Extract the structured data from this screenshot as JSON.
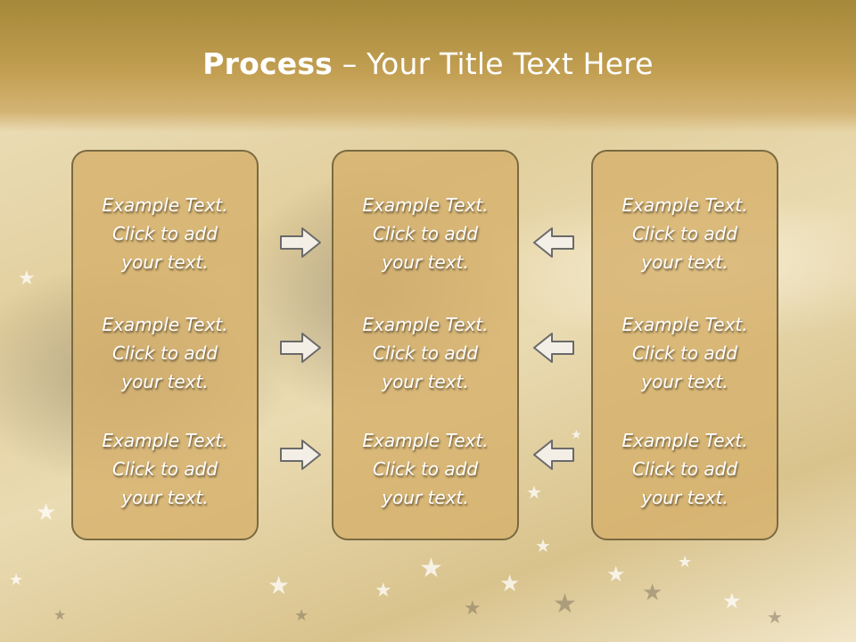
{
  "slide": {
    "title_bold": "Process",
    "title_rest": " – Your Title Text Here"
  },
  "panels": [
    {
      "items": [
        "Example Text.\nClick  to add\nyour text.",
        "Example Text.\nClick  to add\nyour text.",
        "Example Text.\nClick  to add\nyour text."
      ]
    },
    {
      "items": [
        "Example Text.\nClick  to add\nyour text.",
        "Example Text.\nClick  to add\nyour text.",
        "Example Text.\nClick  to add\nyour text."
      ]
    },
    {
      "items": [
        "Example Text.\nClick  to add\nyour text.",
        "Example Text.\nClick  to add\nyour text.",
        "Example Text.\nClick  to add\nyour text."
      ]
    }
  ],
  "arrows": {
    "left_column": "right-arrow-icon",
    "right_column": "left-arrow-icon"
  },
  "colors": {
    "title_bar": "#b8963f",
    "panel_fill": "#d6b06c",
    "panel_border": "#7a6a42",
    "text": "#ffffff",
    "arrow_fill": "#f3efe6",
    "arrow_stroke": "#6a6a6a"
  }
}
